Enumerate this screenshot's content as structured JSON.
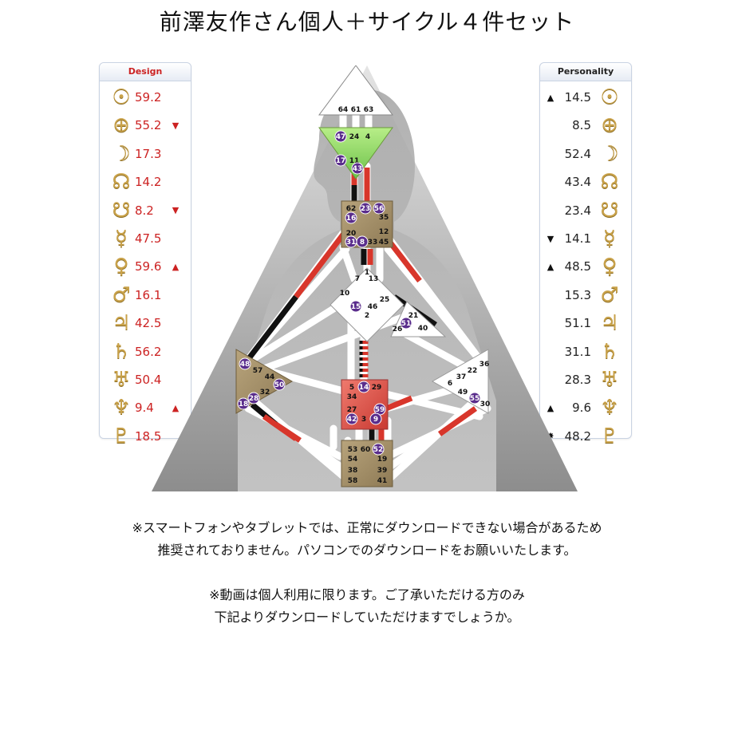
{
  "title": "前澤友作さん個人＋サイクル４件セット",
  "design": {
    "header": "Design",
    "rows": [
      {
        "icon": "sun-icon",
        "glyph": "☉",
        "value": "59.2",
        "arrow": ""
      },
      {
        "icon": "earth-icon",
        "glyph": "⊕",
        "value": "55.2",
        "arrow": "▼"
      },
      {
        "icon": "moon-icon",
        "glyph": "☽",
        "value": "17.3",
        "arrow": ""
      },
      {
        "icon": "north-node-icon",
        "glyph": "☊",
        "value": "14.2",
        "arrow": ""
      },
      {
        "icon": "south-node-icon",
        "glyph": "☋",
        "value": "8.2",
        "arrow": "▼"
      },
      {
        "icon": "mercury-icon",
        "glyph": "☿",
        "value": "47.5",
        "arrow": ""
      },
      {
        "icon": "venus-icon",
        "glyph": "♀",
        "value": "59.6",
        "arrow": "▲"
      },
      {
        "icon": "mars-icon",
        "glyph": "♂",
        "value": "16.1",
        "arrow": ""
      },
      {
        "icon": "jupiter-icon",
        "glyph": "♃",
        "value": "42.5",
        "arrow": ""
      },
      {
        "icon": "saturn-icon",
        "glyph": "♄",
        "value": "56.2",
        "arrow": ""
      },
      {
        "icon": "uranus-icon",
        "glyph": "♅",
        "value": "50.4",
        "arrow": ""
      },
      {
        "icon": "neptune-icon",
        "glyph": "♆",
        "value": "9.4",
        "arrow": "▲"
      },
      {
        "icon": "pluto-icon",
        "glyph": "♇",
        "value": "18.5",
        "arrow": ""
      }
    ]
  },
  "personality": {
    "header": "Personality",
    "rows": [
      {
        "icon": "sun-icon",
        "glyph": "☉",
        "value": "14.5",
        "arrow": "▲"
      },
      {
        "icon": "earth-icon",
        "glyph": "⊕",
        "value": "8.5",
        "arrow": ""
      },
      {
        "icon": "moon-icon",
        "glyph": "☽",
        "value": "52.4",
        "arrow": ""
      },
      {
        "icon": "north-node-icon",
        "glyph": "☊",
        "value": "43.4",
        "arrow": ""
      },
      {
        "icon": "south-node-icon",
        "glyph": "☋",
        "value": "23.4",
        "arrow": ""
      },
      {
        "icon": "mercury-icon",
        "glyph": "☿",
        "value": "14.1",
        "arrow": "▼"
      },
      {
        "icon": "venus-icon",
        "glyph": "♀",
        "value": "48.5",
        "arrow": "▲"
      },
      {
        "icon": "mars-icon",
        "glyph": "♂",
        "value": "15.3",
        "arrow": ""
      },
      {
        "icon": "jupiter-icon",
        "glyph": "♃",
        "value": "51.1",
        "arrow": ""
      },
      {
        "icon": "saturn-icon",
        "glyph": "♄",
        "value": "31.1",
        "arrow": ""
      },
      {
        "icon": "uranus-icon",
        "glyph": "♅",
        "value": "28.3",
        "arrow": ""
      },
      {
        "icon": "neptune-icon",
        "glyph": "♆",
        "value": "9.6",
        "arrow": "▲"
      },
      {
        "icon": "pluto-icon",
        "glyph": "♇",
        "value": "48.2",
        "arrow": "✸"
      }
    ]
  },
  "bodygraph": {
    "head_gates": [
      "64",
      "61",
      "63"
    ],
    "ajna_gates": [
      "47",
      "24",
      "4",
      "17",
      "11",
      "43"
    ],
    "throat_gates": [
      "62",
      "23",
      "56",
      "16",
      "35",
      "20",
      "12",
      "31",
      "8",
      "33",
      "45"
    ],
    "g_gates": [
      "1",
      "7",
      "13",
      "10",
      "25",
      "15",
      "46",
      "2"
    ],
    "ego_gates": [
      "21",
      "51",
      "26",
      "40"
    ],
    "spleen_gates": [
      "48",
      "57",
      "44",
      "50",
      "32",
      "28",
      "18"
    ],
    "sacral_gates": [
      "5",
      "14",
      "29",
      "34",
      "27",
      "59",
      "42",
      "3",
      "9"
    ],
    "solar_gates": [
      "36",
      "22",
      "37",
      "6",
      "49",
      "55",
      "30"
    ],
    "root_gates": [
      "53",
      "60",
      "52",
      "54",
      "19",
      "38",
      "39",
      "58",
      "41"
    ],
    "activated_gates": [
      "47",
      "17",
      "43",
      "23",
      "56",
      "16",
      "31",
      "8",
      "15",
      "51",
      "48",
      "50",
      "28",
      "18",
      "14",
      "42",
      "9",
      "59",
      "55",
      "52"
    ]
  },
  "notes": {
    "line1": "※スマートフォンやタブレットでは、正常にダウンロードできない場合があるため",
    "line2": "推奨されておりません。パソコンでのダウンロードをお願いいたします。",
    "line3": "※動画は個人利用に限ります。ご了承いただける方のみ",
    "line4": "下記よりダウンロードしていただけますでしょうか。"
  }
}
